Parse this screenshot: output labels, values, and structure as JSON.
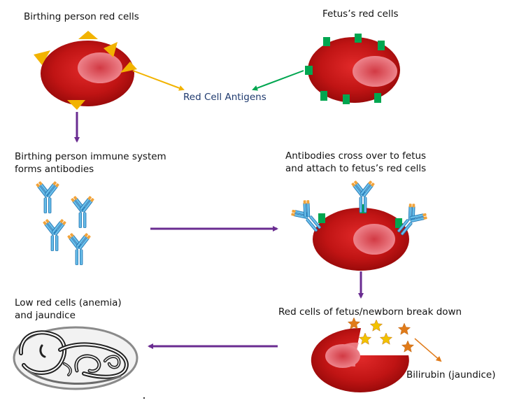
{
  "labels": {
    "birthing_red_cells": "Birthing person red cells",
    "fetus_red_cells": "Fetus’s red cells",
    "red_cell_antigens": "Red Cell Antigens",
    "immune_line1": "Birthing person immune system",
    "immune_line2": "forms antibodies",
    "cross_line1": "Antibodies cross over to fetus",
    "cross_line2": "and attach to fetus’s red cells",
    "breakdown": "Red cells of fetus/newborn break down",
    "anemia_line1": "Low red cells (anemia)",
    "anemia_line2": "and jaundice",
    "bilirubin": "Bilirubin (jaundice)"
  },
  "colors": {
    "cell_red": "#b00f0f",
    "antigen_yellow": "#f2b300",
    "antigen_green": "#00a650",
    "antibody_blue": "#3da9dd",
    "antibody_tip": "#f2a33a",
    "flow_arrow": "#6a2c91",
    "bilirubin_star": "#e07b1a"
  },
  "icons": [
    "antibody-icon",
    "bilirubin-star-icon",
    "newborn-icon"
  ]
}
